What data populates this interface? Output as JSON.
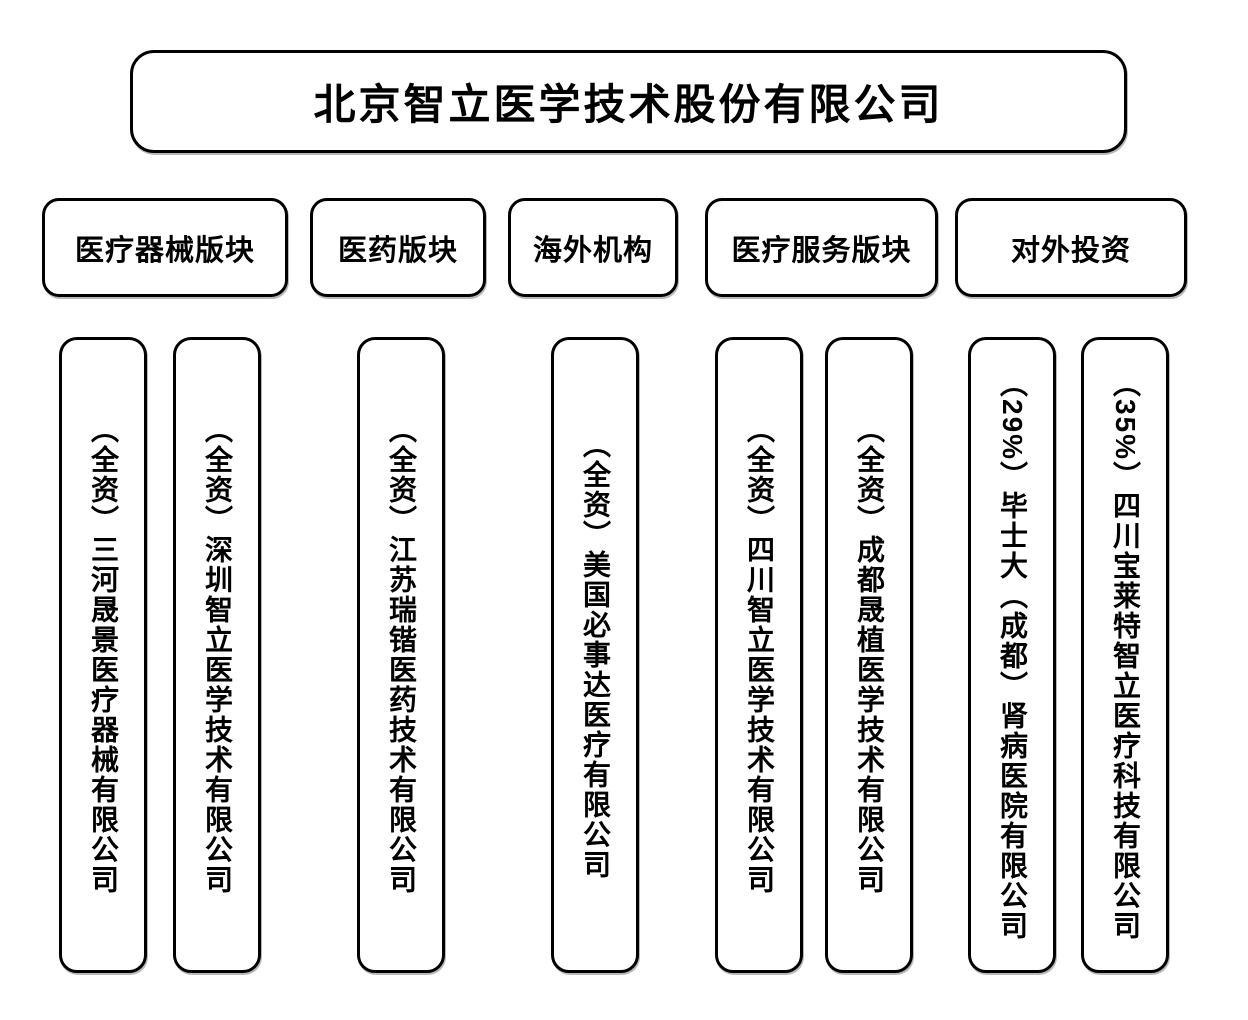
{
  "colors": {
    "background": "#ffffff",
    "border": "#000000",
    "text": "#000000"
  },
  "root": {
    "name": "北京智立医学技术股份有限公司"
  },
  "sections": [
    {
      "label": "医疗器械版块",
      "subsidiaries": [
        {
          "name": "（全资）三河晟景医疗器械有限公司",
          "ownership": "全资"
        },
        {
          "name": "（全资）深圳智立医学技术有限公司",
          "ownership": "全资"
        }
      ]
    },
    {
      "label": "医药版块",
      "subsidiaries": [
        {
          "name": "（全资）江苏瑞锴医药技术有限公司",
          "ownership": "全资"
        }
      ]
    },
    {
      "label": "海外机构",
      "subsidiaries": [
        {
          "name": "（全资）美国必事达医疗有限公司",
          "ownership": "全资"
        }
      ]
    },
    {
      "label": "医疗服务版块",
      "subsidiaries": [
        {
          "name": "（全资）四川智立医学技术有限公司",
          "ownership": "全资"
        },
        {
          "name": "（全资）成都晟植医学技术有限公司",
          "ownership": "全资"
        }
      ]
    },
    {
      "label": "对外投资",
      "subsidiaries": [
        {
          "name": "（29%）毕士大（成都）肾病医院有限公司",
          "ownership": "29%"
        },
        {
          "name": "（35%）四川宝莱特智立医疗科技有限公司",
          "ownership": "35%"
        }
      ]
    }
  ]
}
